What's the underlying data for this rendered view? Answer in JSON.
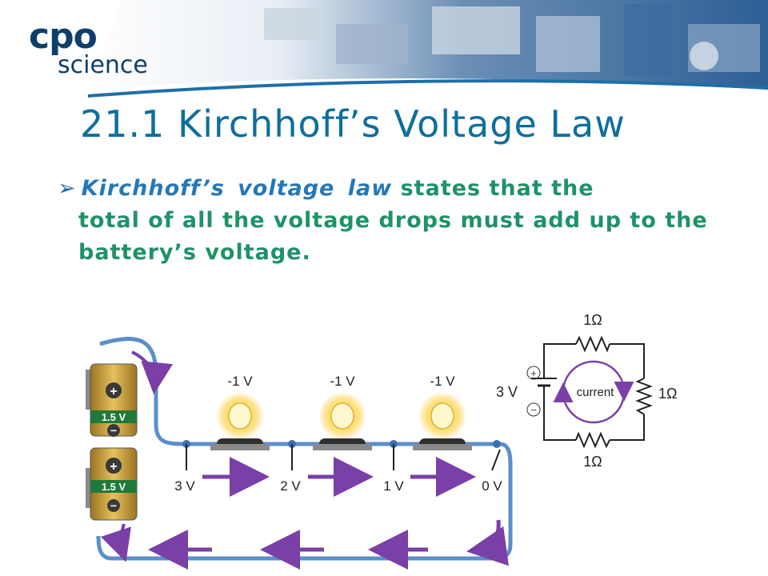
{
  "logo": {
    "line1": "cpo",
    "line2": "science"
  },
  "slide": {
    "title": "21.1  Kirchhoff’s Voltage Law",
    "bullet": {
      "term": "Kirchhoff’s voltage law",
      "text_line1": " states that the",
      "text_rest": "total of all the voltage drops must add up to the battery’s voltage."
    }
  },
  "battery_circuit": {
    "battery_label_top": "1.5 V",
    "battery_label_bottom": "1.5 V",
    "bulb_drops": [
      "-1 V",
      "-1 V",
      "-1 V"
    ],
    "node_voltages": [
      "3 V",
      "2 V",
      "1 V",
      "0 V"
    ]
  },
  "schematic": {
    "top_resistor": "1Ω",
    "right_resistor": "1Ω",
    "bottom_resistor": "1Ω",
    "battery_voltage": "3 V",
    "plus_symbol": "+",
    "minus_symbol": "−",
    "current_label": "current"
  },
  "colors": {
    "title": "#0e6f9c",
    "bullet_text": "#1f9267",
    "term": "#2677b6",
    "wire": "#5a8fcb",
    "arrow": "#7b3fa8"
  }
}
